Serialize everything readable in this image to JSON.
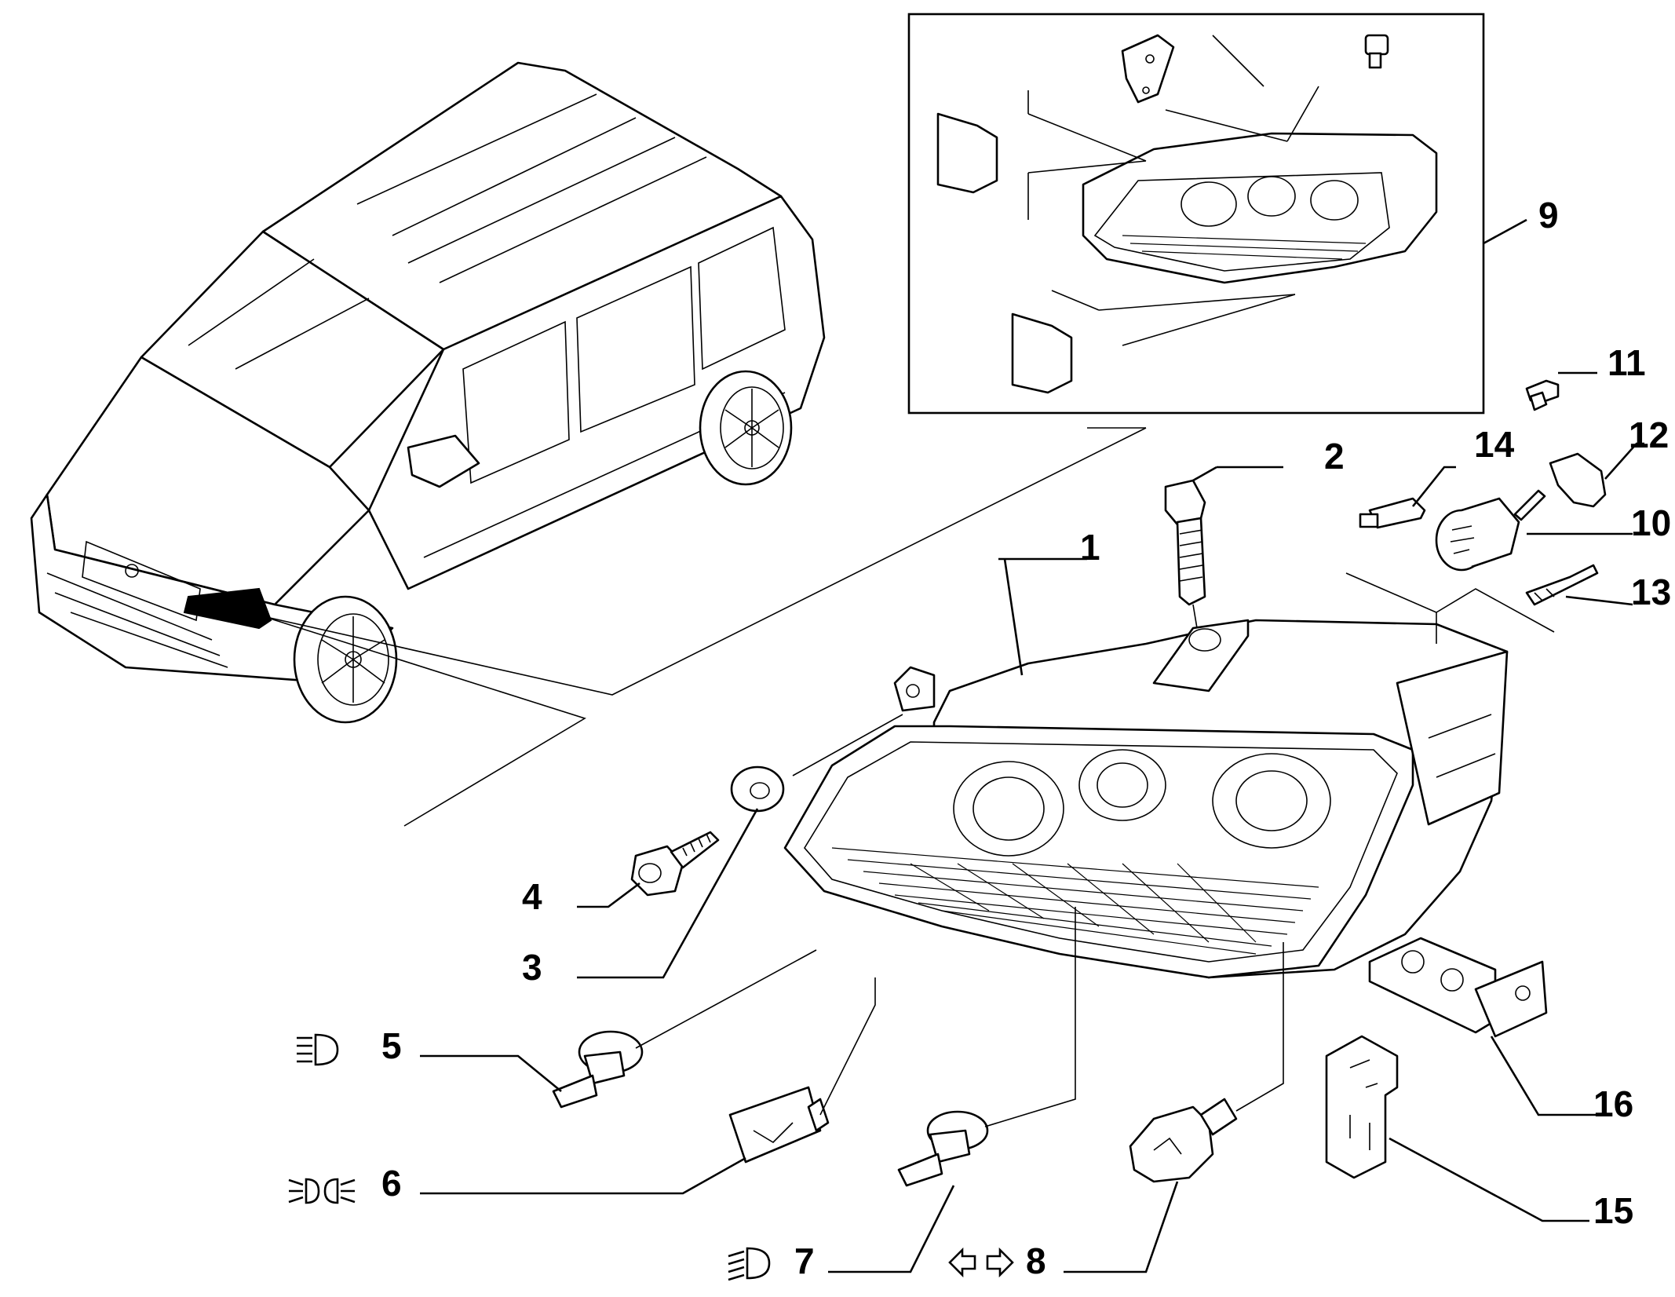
{
  "callouts": {
    "c1": "1",
    "c2": "2",
    "c3": "3",
    "c4": "4",
    "c5": "5",
    "c6": "6",
    "c7": "7",
    "c8": "8",
    "c9": "9",
    "c10": "10",
    "c11": "11",
    "c12": "12",
    "c13": "13",
    "c14": "14",
    "c15": "15",
    "c16": "16"
  },
  "icons": {
    "high_beam": "high-beam-icon",
    "parking_light": "parking-light-icon",
    "low_beam": "low-beam-icon",
    "turn_signal": "turn-signal-icon"
  }
}
